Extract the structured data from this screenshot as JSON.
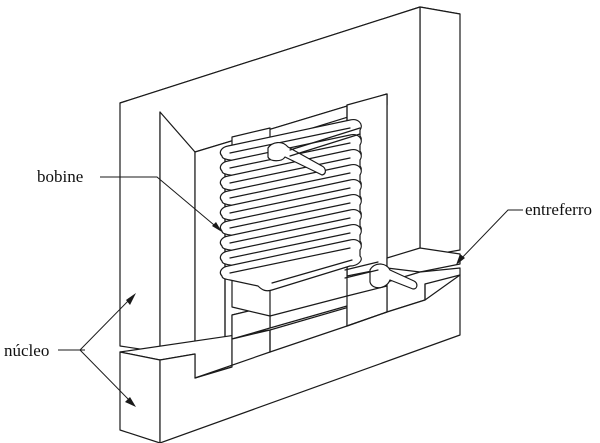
{
  "labels": {
    "coil": "bobine",
    "gap": "entreferro",
    "core": "núcleo"
  }
}
